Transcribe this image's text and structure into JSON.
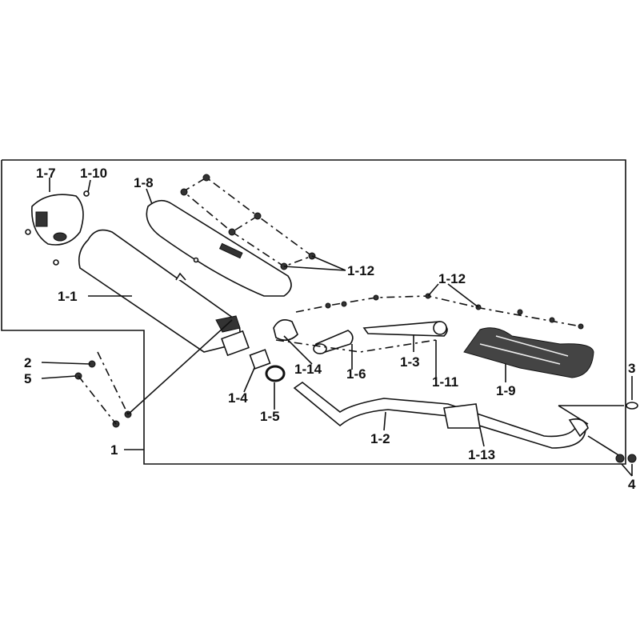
{
  "diagram": {
    "callouts": [
      {
        "id": "c-1-7",
        "text": "1-7"
      },
      {
        "id": "c-1-10",
        "text": "1-10"
      },
      {
        "id": "c-1-8",
        "text": "1-8"
      },
      {
        "id": "c-1-12a",
        "text": "1-12"
      },
      {
        "id": "c-1-12b",
        "text": "1-12"
      },
      {
        "id": "c-1-1",
        "text": "1-1"
      },
      {
        "id": "c-2",
        "text": "2"
      },
      {
        "id": "c-5",
        "text": "5"
      },
      {
        "id": "c-1",
        "text": "1"
      },
      {
        "id": "c-1-14",
        "text": "1-14"
      },
      {
        "id": "c-1-6",
        "text": "1-6"
      },
      {
        "id": "c-1-3",
        "text": "1-3"
      },
      {
        "id": "c-1-11",
        "text": "1-11"
      },
      {
        "id": "c-1-9",
        "text": "1-9"
      },
      {
        "id": "c-3",
        "text": "3"
      },
      {
        "id": "c-1-4",
        "text": "1-4"
      },
      {
        "id": "c-1-5",
        "text": "1-5"
      },
      {
        "id": "c-1-2",
        "text": "1-2"
      },
      {
        "id": "c-1-13",
        "text": "1-13"
      },
      {
        "id": "c-4",
        "text": "4"
      }
    ]
  }
}
